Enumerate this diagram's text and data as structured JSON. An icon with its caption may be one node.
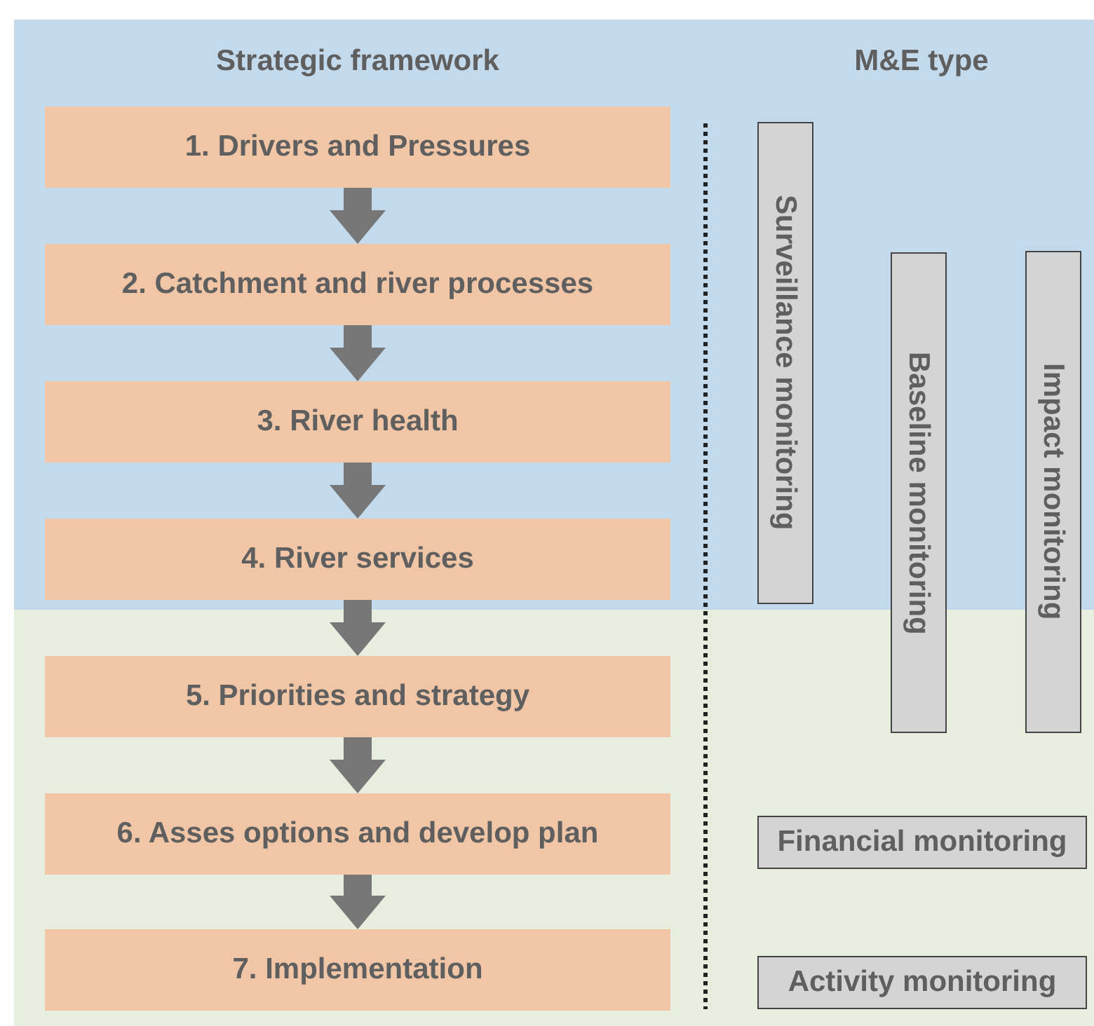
{
  "diagram": {
    "nodes": [
      {
        "text": [
          "1. Drivers and Pressures"
        ]
      },
      {
        "text": [
          "2. Catchment and river processes"
        ]
      },
      {
        "text": [
          "3. River health"
        ]
      },
      {
        "text": [
          "4. River services"
        ]
      },
      {
        "text": [
          "5. Priorities and strategy"
        ]
      },
      {
        "text": [
          "6. Asses options and develop plan"
        ]
      },
      {
        "text": [
          "7. Implementation"
        ]
      },
      {
        "text": [
          "Surveillance monitoring"
        ]
      },
      {
        "text": [
          "Baseline monitoring"
        ]
      },
      {
        "text": [
          "Impact monitoring"
        ]
      },
      {
        "text": [
          "Financial monitoring"
        ]
      },
      {
        "text": [
          "Activity monitoring"
        ]
      }
    ],
    "edges": [
      {
        "from": 0,
        "to": 1,
        "arrow": "to"
      },
      {
        "from": 1,
        "to": 2,
        "arrow": "to"
      },
      {
        "from": 2,
        "to": 3,
        "arrow": "to"
      },
      {
        "from": 3,
        "to": 4,
        "arrow": "to"
      },
      {
        "from": 4,
        "to": 5,
        "arrow": "to"
      },
      {
        "from": 5,
        "to": 6,
        "arrow": "to"
      }
    ],
    "labels": [
      "Strategic framework",
      "M&E type"
    ]
  }
}
